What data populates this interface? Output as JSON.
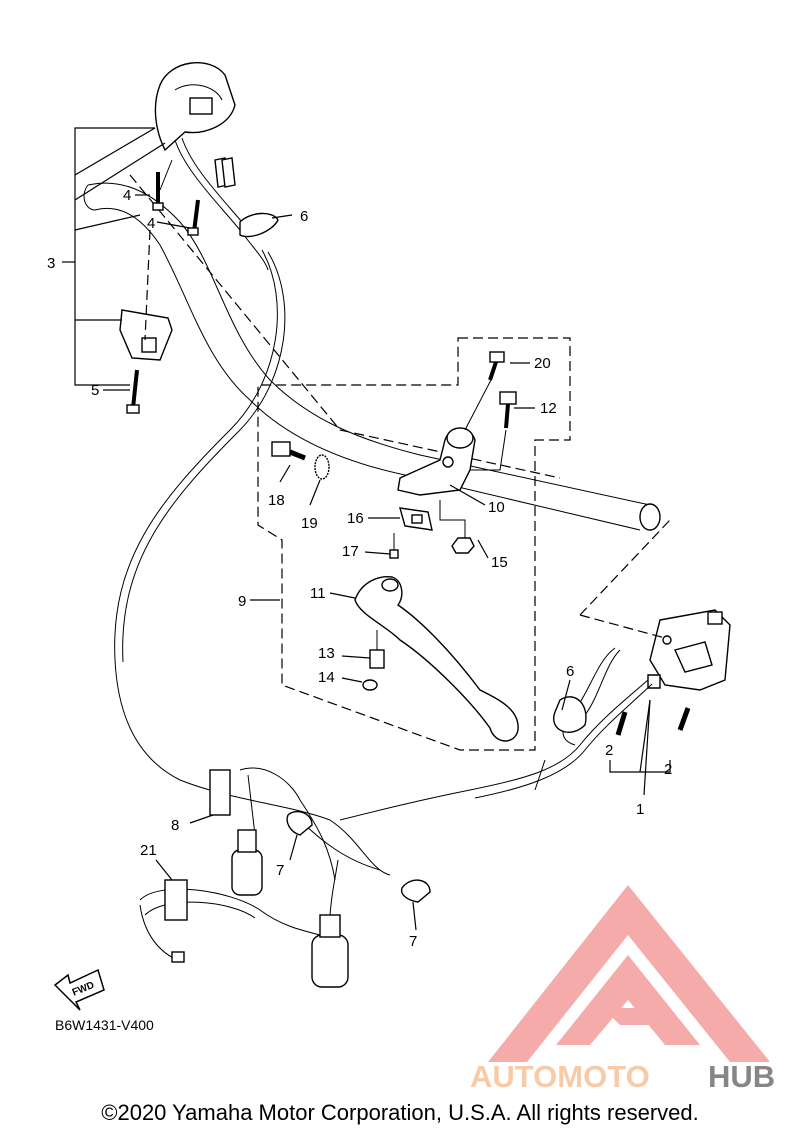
{
  "diagram": {
    "part_code": "B6W1431-V400",
    "fwd_label": "FWD",
    "callouts": [
      "1",
      "2",
      "3",
      "4",
      "5",
      "6",
      "7",
      "8",
      "9",
      "10",
      "11",
      "12",
      "13",
      "14",
      "15",
      "16",
      "17",
      "18",
      "19",
      "20",
      "21"
    ]
  },
  "watermark": {
    "text_a": "AUTOMOTO",
    "text_b": "HUB",
    "color_a": "#f7c59f",
    "color_b": "#7a7a7a",
    "triangle_color": "#f4a3a0"
  },
  "copyright": "©2020 Yamaha Motor Corporation, U.S.A. All rights reserved."
}
